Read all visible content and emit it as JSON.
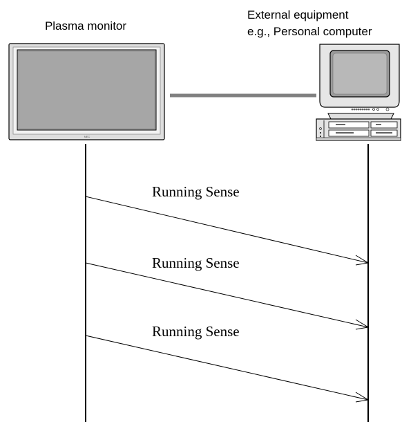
{
  "devices": {
    "left": {
      "label": "Plasma monitor",
      "brand": "NEC"
    },
    "right": {
      "label_line1": "External equipment",
      "label_line2": "e.g., Personal computer"
    }
  },
  "messages": [
    {
      "label": "Running Sense"
    },
    {
      "label": "Running Sense"
    },
    {
      "label": "Running Sense"
    }
  ],
  "colors": {
    "line": "#000000",
    "cable": "#808080",
    "device_frame": "#d9d9d9",
    "screen": "#999999"
  }
}
